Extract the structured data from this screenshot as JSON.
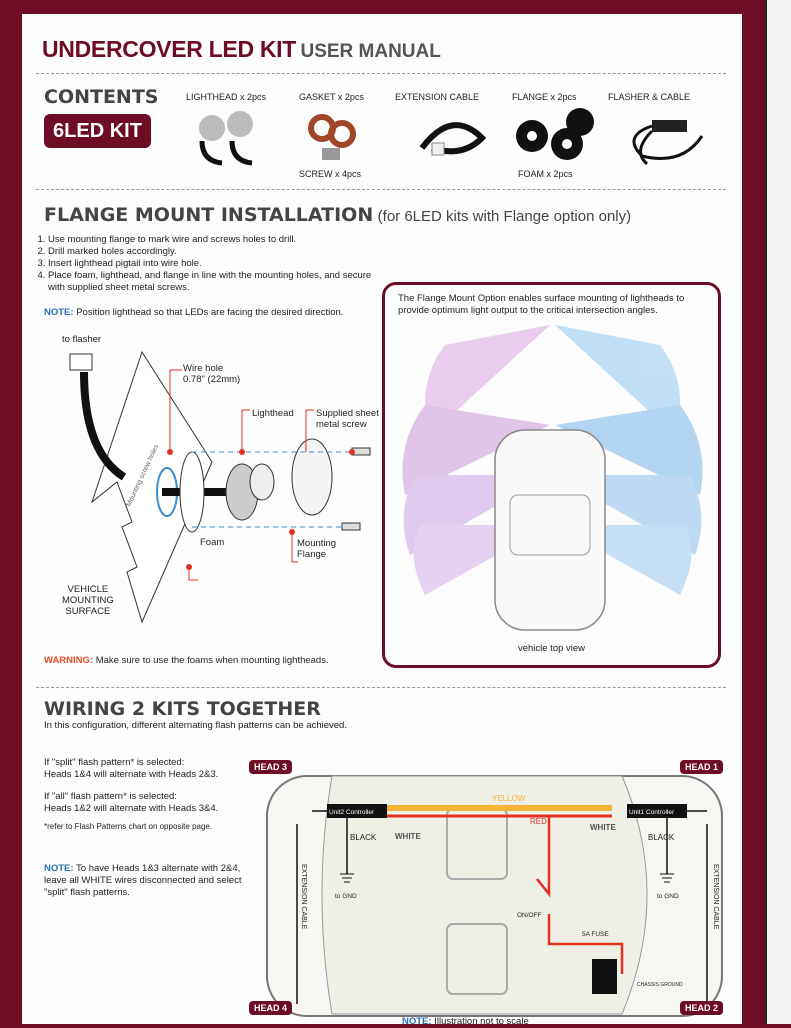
{
  "header": {
    "title": "UNDERCOVER LED KIT",
    "subtitle": "USER MANUAL"
  },
  "contents": {
    "heading": "CONTENTS",
    "badge": "6LED KIT",
    "items": [
      "LIGHTHEAD x 2pcs",
      "GASKET x 2pcs",
      "SCREW x 4pcs",
      "EXTENSION CABLE",
      "FLANGE x 2pcs",
      "FOAM x 2pcs",
      "FLASHER & CABLE"
    ]
  },
  "flange": {
    "heading": "FLANGE MOUNT INSTALLATION",
    "qualifier": "(for 6LED kits with Flange option only)",
    "steps": [
      "Use mounting flange to mark wire and screws holes to drill.",
      "Drill marked holes accordingly.",
      "Insert lighthead pigtail into wire hole.",
      "Place foam, lighthead, and flange in line with the mounting holes, and secure with supplied sheet metal screws."
    ],
    "note_label": "NOTE:",
    "note": "Position lighthead so that LEDs are facing the desired direction.",
    "diagram": {
      "to_flasher": "to flasher",
      "wire_hole": "Wire hole",
      "wire_hole_size": "0.78\" (22mm)",
      "lighthead": "Lighthead",
      "screw1": "Supplied sheet",
      "screw2": "metal screw",
      "foam": "Foam",
      "flange1": "Mounting",
      "flange2": "Flange",
      "surface1": "VEHICLE",
      "surface2": "MOUNTING",
      "surface3": "SURFACE",
      "holes": "Mounting screw holes"
    },
    "warning_label": "WARNING:",
    "warning": "Make sure to use the foams when mounting lightheads.",
    "box_text": "The Flange Mount Option enables surface mounting of lightheads to provide optimum light output to the critical intersection angles.",
    "box_caption": "vehicle top view"
  },
  "wiring": {
    "heading": "WIRING 2 KITS TOGETHER",
    "intro": "In this configuration, different alternating flash patterns can be achieved.",
    "split1": "If \"split\" flash pattern* is selected:",
    "split2": "Heads 1&4 will alternate with Heads 2&3.",
    "all1": "If \"all\" flash pattern* is selected:",
    "all2": "Heads 1&2 will alternate with Heads 3&4.",
    "refer": "*refer to Flash Patterns chart on opposite page.",
    "note_label": "NOTE:",
    "note": "To have Heads 1&3 alternate with 2&4, leave all WHITE wires disconnected and select \"split\" flash patterns.",
    "heads": [
      "HEAD 3",
      "HEAD 1",
      "HEAD 4",
      "HEAD 2"
    ],
    "labels": {
      "unit2": "Unit2 Controller",
      "unit1": "Unit1 Controller",
      "yellow": "YELLOW",
      "red": "RED",
      "white": "WHITE",
      "black": "BLACK",
      "gnd": "to GND",
      "ext": "EXTENSION CABLE",
      "onoff": "ON/OFF",
      "fuse": "5A FUSE",
      "chassis": "CHASSIS GROUND"
    },
    "footnote_label": "NOTE:",
    "footnote": "Illustration not to scale"
  },
  "colors": {
    "maroon": "#6e0b25",
    "note_blue": "#2a6fb5",
    "warning_orange": "#e8502a",
    "red_wire": "#e53022",
    "yellow_wire": "#f5b335"
  }
}
